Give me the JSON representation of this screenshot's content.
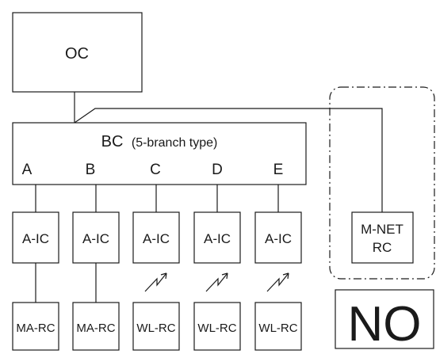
{
  "oc": {
    "label": "OC"
  },
  "bc": {
    "label": "BC",
    "type_note": "(5-branch type)",
    "ports": [
      "A",
      "B",
      "C",
      "D",
      "E"
    ]
  },
  "indoor_units": [
    {
      "label": "A-IC",
      "link": "wired"
    },
    {
      "label": "A-IC",
      "link": "wired"
    },
    {
      "label": "A-IC",
      "link": "wireless"
    },
    {
      "label": "A-IC",
      "link": "wireless"
    },
    {
      "label": "A-IC",
      "link": "wireless"
    }
  ],
  "remotes": [
    {
      "label": "MA-RC"
    },
    {
      "label": "MA-RC"
    },
    {
      "label": "WL-RC"
    },
    {
      "label": "WL-RC"
    },
    {
      "label": "WL-RC"
    }
  ],
  "mnet": {
    "line1": "M-NET",
    "line2": "RC"
  },
  "verdict": {
    "label": "NO"
  }
}
